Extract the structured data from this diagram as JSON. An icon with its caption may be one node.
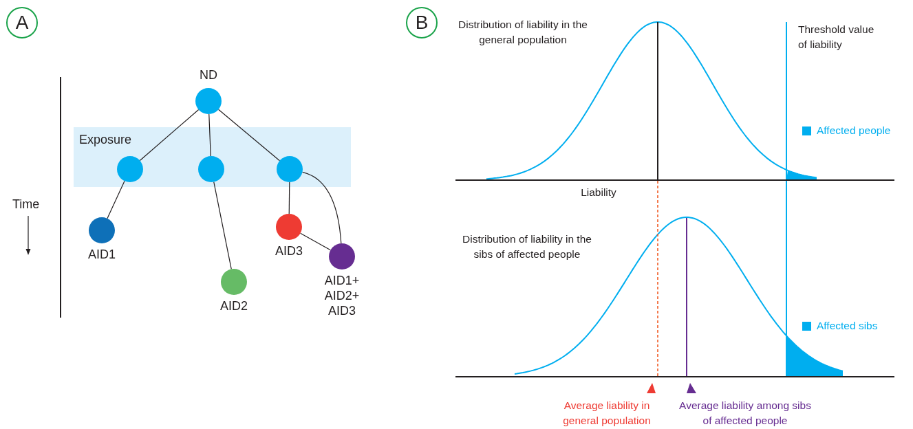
{
  "diagram": {
    "nodes": [
      {
        "text": [
          "A"
        ]
      },
      {
        "text": [
          "B"
        ]
      },
      {
        "text": [
          "Exposure"
        ]
      },
      {
        "text": [
          "ND"
        ]
      },
      {
        "text": [],
        "shape": "circle",
        "in": 2
      },
      {
        "text": [],
        "shape": "circle",
        "in": 2
      },
      {
        "text": [],
        "shape": "circle",
        "in": 2
      },
      {
        "text": [
          "AID1"
        ]
      },
      {
        "text": [
          "AID2"
        ]
      },
      {
        "text": [
          "AID3"
        ]
      },
      {
        "text": [
          "AID1+ AID2+ AID3"
        ]
      }
    ],
    "edges": [
      {
        "from": 3,
        "to": 4,
        "arrow": "none"
      },
      {
        "from": 3,
        "to": 5,
        "arrow": "none"
      },
      {
        "from": 3,
        "to": 6,
        "arrow": "none"
      },
      {
        "from": 4,
        "to": 7,
        "arrow": "none"
      },
      {
        "from": 5,
        "to": 8,
        "arrow": "none"
      },
      {
        "from": 6,
        "to": 9,
        "arrow": "none"
      },
      {
        "from": 6,
        "to": 10,
        "arrow": "none"
      },
      {
        "from": 9,
        "to": 10,
        "arrow": "none"
      }
    ],
    "labels": [
      "Time",
      "Distribution of liability in the general population",
      "Threshold value of liability",
      "Liability",
      "Distribution of liability in the sibs of affected people",
      "Average liability in general population",
      "Average liability among sibs of affected people"
    ],
    "legend": [
      {
        "text": "Affected people",
        "color": "#00aeef"
      },
      {
        "text": "Affected sibs",
        "color": "#00aeef"
      }
    ]
  }
}
